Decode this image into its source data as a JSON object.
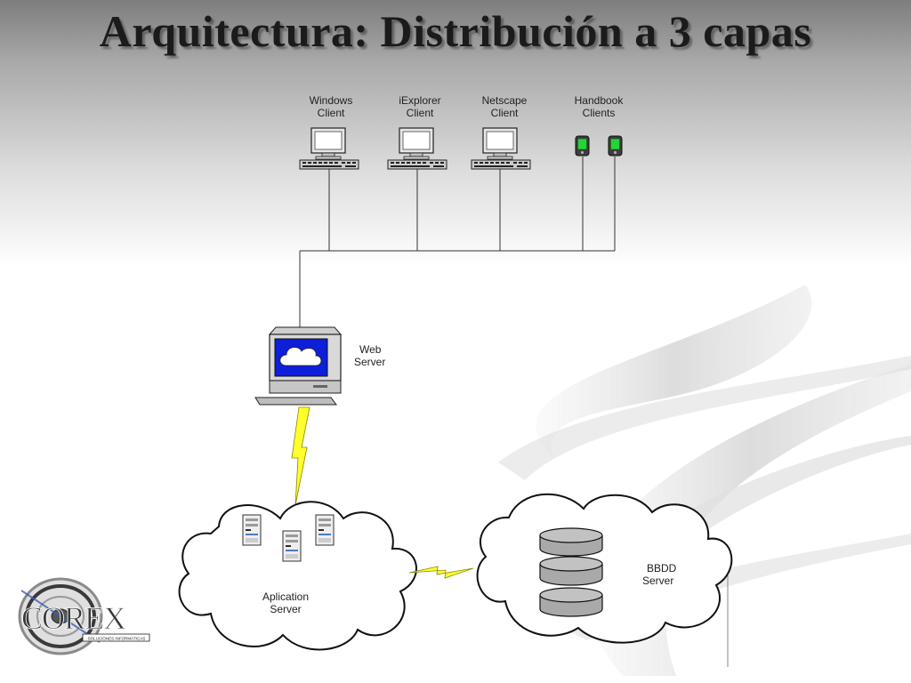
{
  "title": "Arquitectura: Distribución a 3 capas",
  "clients": [
    {
      "line1": "Windows",
      "line2": "Client"
    },
    {
      "line1": "iExplorer",
      "line2": "Client"
    },
    {
      "line1": "Netscape",
      "line2": "Client"
    },
    {
      "line1": "Handbook",
      "line2": "Clients"
    }
  ],
  "web_server": {
    "line1": "Web",
    "line2": "Server"
  },
  "app_server": {
    "line1": "Aplication",
    "line2": "Server"
  },
  "db_server": {
    "line1": "BBDD",
    "line2": "Server"
  },
  "logo": {
    "text": "COREX",
    "tagline": "SOLUCIONES INFORMÁTICAS"
  },
  "icons": {
    "desktop": "desktop-computer-icon",
    "handheld": "handheld-device-icon",
    "web_server": "web-server-computer-icon",
    "tower": "server-tower-icon",
    "database": "database-stack-icon",
    "lightning": "lightning-link-icon",
    "cloud": "cloud-icon"
  }
}
